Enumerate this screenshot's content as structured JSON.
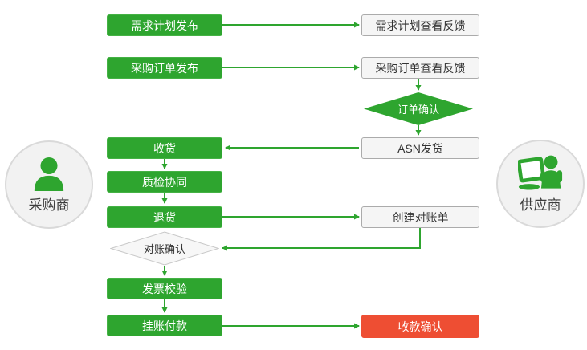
{
  "colors": {
    "green": "#2ea52f",
    "green_border": "#45b245",
    "red": "#ee4e33",
    "outline_box_bg": "#f5f5f5",
    "outline_box_border": "#ababab",
    "diamond_outline_bg": "#f7f7f7",
    "diamond_outline_border": "#c9c9c9",
    "circle_bg": "#f2f2f2",
    "circle_border": "#d9d9d9",
    "text_dark": "#333333",
    "text_white": "#ffffff"
  },
  "actors": {
    "buyer": {
      "label": "采购商",
      "icon": "buyer-person-icon"
    },
    "supplier": {
      "label": "供应商",
      "icon": "supplier-person-laptop-icon"
    }
  },
  "nodes": {
    "demand_plan_publish": {
      "label": "需求计划发布",
      "type": "process-filled"
    },
    "demand_plan_feedback": {
      "label": "需求计划查看反馈",
      "type": "process-outline"
    },
    "po_publish": {
      "label": "采购订单发布",
      "type": "process-filled"
    },
    "po_feedback": {
      "label": "采购订单查看反馈",
      "type": "process-outline"
    },
    "order_confirm": {
      "label": "订单确认",
      "type": "decision-filled"
    },
    "asn_ship": {
      "label": "ASN发货",
      "type": "process-outline"
    },
    "receive": {
      "label": "收货",
      "type": "process-filled"
    },
    "quality_collab": {
      "label": "质检协同",
      "type": "process-filled"
    },
    "return_goods": {
      "label": "退货",
      "type": "process-filled"
    },
    "create_statement": {
      "label": "创建对账单",
      "type": "process-outline"
    },
    "statement_confirm": {
      "label": "对账确认",
      "type": "decision-outline"
    },
    "invoice_check": {
      "label": "发票校验",
      "type": "process-filled"
    },
    "payment": {
      "label": "挂账付款",
      "type": "process-filled"
    },
    "receipt_confirm": {
      "label": "收款确认",
      "type": "process-highlight"
    }
  }
}
